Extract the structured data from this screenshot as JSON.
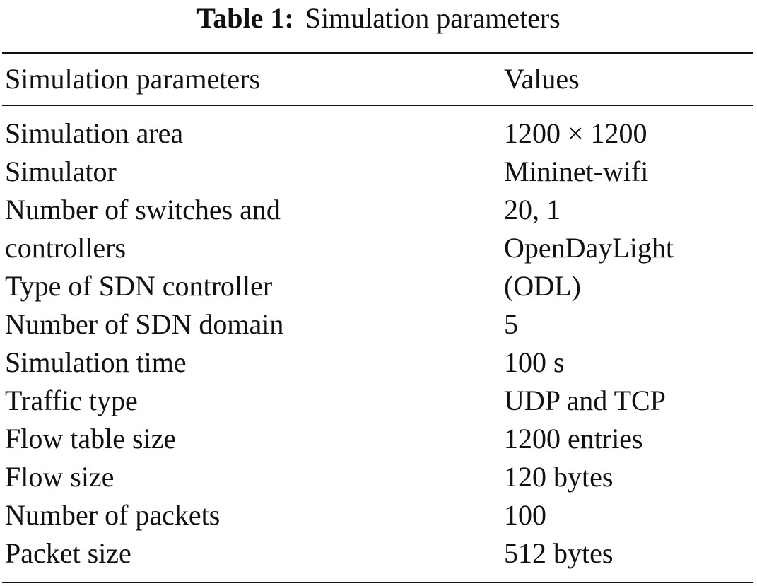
{
  "caption": {
    "label": "Table 1:",
    "title": "Simulation parameters"
  },
  "table": {
    "headers": [
      "Simulation parameters",
      "Values"
    ],
    "rows": [
      [
        "Simulation area",
        "1200 × 1200"
      ],
      [
        "Simulator",
        "Mininet-wifi"
      ],
      [
        "Number of switches and",
        "20, 1"
      ],
      [
        "controllers",
        "OpenDayLight"
      ],
      [
        "Type of SDN controller",
        "(ODL)"
      ],
      [
        "Number of SDN domain",
        "5"
      ],
      [
        "Simulation time",
        "100 s"
      ],
      [
        "Traffic type",
        "UDP and TCP"
      ],
      [
        "Flow table size",
        "1200 entries"
      ],
      [
        "Flow size",
        "120 bytes"
      ],
      [
        "Number of packets",
        "100"
      ],
      [
        "Packet size",
        "512 bytes"
      ]
    ]
  }
}
